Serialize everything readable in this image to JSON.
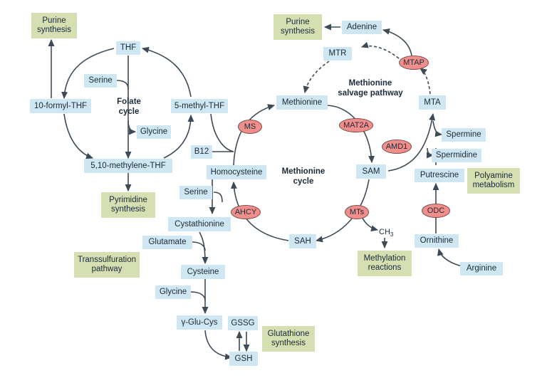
{
  "cycles": {
    "folate": "Folate\ncycle",
    "methionine": "Methionine\ncycle",
    "salvage": "Methionine\nsalvage pathway"
  },
  "molecules": {
    "thf": "THF",
    "serine_folate": "Serine",
    "formyl_thf": "10-formyl-THF",
    "methyl_thf": "5-methyl-THF",
    "glycine_folate": "Glycine",
    "methylene_thf": "5,10-methylene-THF",
    "b12": "B12",
    "homocysteine": "Homocysteine",
    "serine_trans": "Serine",
    "cystathionine": "Cystathionine",
    "glutamate": "Glutamate",
    "cysteine": "Cysteine",
    "glycine_trans": "Glycine",
    "gglu_cys": "γ-Glu-Cys",
    "gssg": "GSSG",
    "gsh": "GSH",
    "methionine": "Methionine",
    "mtr": "MTR",
    "adenine": "Adenine",
    "mta": "MTA",
    "sam": "SAM",
    "sah": "SAH",
    "spermine": "Spermine",
    "spermidine": "Spermidine",
    "putrescine": "Putrescine",
    "ornithine": "Ornithine",
    "arginine": "Arginine",
    "ch3": "CH",
    "ch3_sub": "3"
  },
  "processes": {
    "purine_left": "Purine\nsynthesis",
    "pyrimidine": "Pyrimidine\nsynthesis",
    "purine_right": "Purine\nsynthesis",
    "polyamine": "Polyamine\nmetabolism",
    "methylation": "Methylation\nreactions",
    "transsulfuration": "Transsulfuration\npathway",
    "glutathione": "Glutathione\nsynthesis"
  },
  "enzymes": {
    "ms": "MS",
    "mat2a": "MAT2A",
    "mtap": "MTAP",
    "amd1": "AMD1",
    "ahcy": "AHCY",
    "mts": "MTs",
    "odc": "ODC"
  },
  "colors": {
    "molecule_box": "#cfe6f3",
    "process_box": "#d5dfb2",
    "enzyme_fill": "#f08e8b",
    "arrow": "#3d4a57"
  }
}
